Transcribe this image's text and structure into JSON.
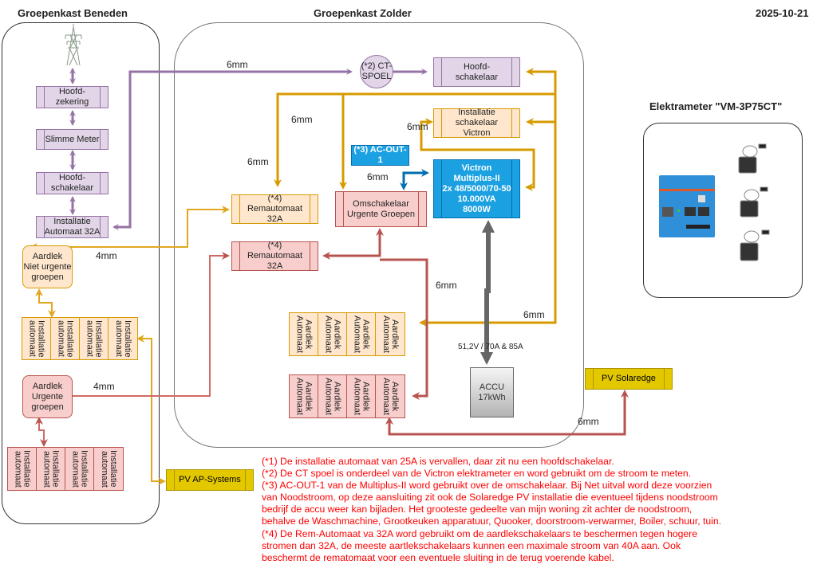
{
  "header": {
    "title_left": "Groepenkast Beneden",
    "title_center": "Groepenkast Zolder",
    "date": "2025-10-21",
    "meter_title": "Elektrameter \"VM-3P75CT\""
  },
  "colors": {
    "purple_fill": "#e1d5e7",
    "purple_line": "#9673a6",
    "orange_fill": "#ffe6cc",
    "orange_line": "#d79b00",
    "red_fill": "#f8cecc",
    "red_line": "#b85450",
    "blue_fill": "#1ba1e2",
    "blue_line": "#006eaf",
    "yellow_fill": "#e3c800",
    "grey_line": "#666666",
    "notes_text": "#ff0000"
  },
  "beneden": {
    "pylon_icon": "power-pylon-icon",
    "hoofdzekering": "Hoofd-\nzekering",
    "slimme_meter": "Slimme Meter",
    "hoofdschakelaar": "Hoofd-\nschakelaar",
    "installatie_automaat": "Installatie\nAutomaat 32A",
    "aardlek_niet_urgent": "Aardlek\nNiet urgente\ngroepen",
    "aardlek_urgent": "Aardlek\nUrgente\ngroepen",
    "orange_automaten": [
      "Installatie\nautomaat",
      "Installatie\nautomaat",
      "Installatie\nautomaat",
      "Installatie\nautomaat"
    ],
    "red_automaten": [
      "Installatie\nautomaat",
      "Installatie\nautomaat",
      "Installatie\nautomaat",
      "Installatie\nautomaat"
    ],
    "cable_niet_urgent": "4mm",
    "cable_urgent": "4mm"
  },
  "zolder": {
    "ct_spoel": "(*2) CT-\nSPOEL",
    "hoofdschakelaar": "Hoofd-\nschakelaar",
    "installatie_schakelaar": "Installatie\nschakelaar\nVictron",
    "ac_out": "(*3) AC-OUT-1",
    "victron": "Victron\nMultiplus-II\n2x 48/5000/70-50\n10.000VA\n8000W",
    "omschakelaar": "Omschakelaar\nUrgente Groepen",
    "remautomaat_orange": "(*4)\nRemautomaat\n32A",
    "remautomaat_red": "(*4)\nRemautomaat\n32A",
    "orange_aardlek": [
      "Aardlek\nAutomaat",
      "Aardlek\nAutomaat",
      "Aardlek\nAutomaat",
      "Aardlek\nAutomaat"
    ],
    "red_aardlek": [
      "Aardlek\nAutomaat",
      "Aardlek\nAutomaat",
      "Aardlek\nAutomaat",
      "Aardlek\nAutomaat"
    ],
    "accu": "ACCU\n17kWh",
    "accu_cable": "51,2V / 70A & 85A",
    "cables": {
      "main_feed": "6mm",
      "to_remautomaat": "6mm",
      "left_vertical": "6mm",
      "install_switch": "6mm",
      "ac_out": "6mm",
      "red_vertical": "6mm",
      "orange_return": "6mm",
      "solaredge": "6mm"
    }
  },
  "external": {
    "pv_ap_systems": "PV AP-Systems",
    "pv_solaredge": "PV Solaredge",
    "energy_meter_image": "energy-meter-with-ct-clamps"
  },
  "notes": [
    "(*1) De installatie automaat van 25A is vervallen, daar zit nu een hoofdschakelaar.",
    "(*2) De CT spoel is onderdeel van de Victron elektrameter en word gebruikt om de stroom te meten.",
    "(*3) AC-OUT-1 van de Multiplus-II word gebruikt over de omschakelaar. Bij Net uitval word deze voorzien",
    "van Noodstroom, op deze aansluiting zit ook de Solaredge PV installatie die eventueel tijdens noodstroom",
    "bedrijf de accu weer kan bijladen. Het grooteste gedeelte van mijn woning zit achter de noodstroom,",
    "behalve de Waschmachine, Grootkeuken apparatuur, Quooker, doorstroom-verwarmer, Boiler, schuur, tuin.",
    "(*4) De Rem-Automaat va 32A word gebruikt om de aardlekschakelaars te beschermen tegen hogere",
    "stromen dan 32A, de meeste aartlekschakelaars kunnen een maximale stroom van 40A aan. Ook",
    "beschermt de rematomaat voor een eventuele sluiting in de terug voerende kabel."
  ]
}
